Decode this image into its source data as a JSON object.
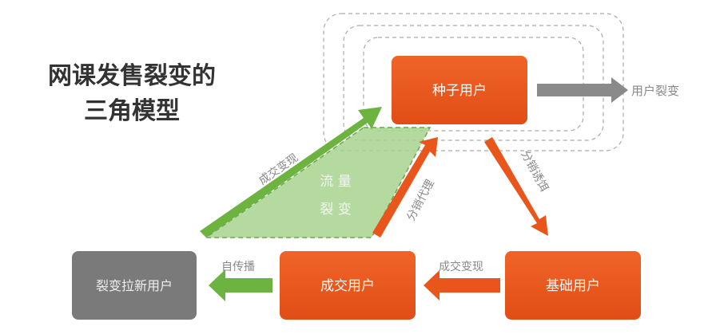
{
  "title": {
    "line1": "网课发售裂变的",
    "line2": "三角模型"
  },
  "nodes": {
    "seed": "种子用户",
    "deal": "成交用户",
    "base": "基础用户",
    "fission": "裂变拉新用户"
  },
  "labels": {
    "user_fission": "用户裂变",
    "deal_convert_top": "成交变现",
    "traffic_1": "流 量",
    "traffic_2": "裂 变",
    "agent": "分销代理",
    "bait": "分销诱饵",
    "deal_convert_bottom": "成交变现",
    "self_spread": "自传播"
  },
  "colors": {
    "orange": "#e8561c",
    "gray": "#7a7a7a",
    "green": "#6db33f",
    "light_green": "#a8d48f"
  }
}
